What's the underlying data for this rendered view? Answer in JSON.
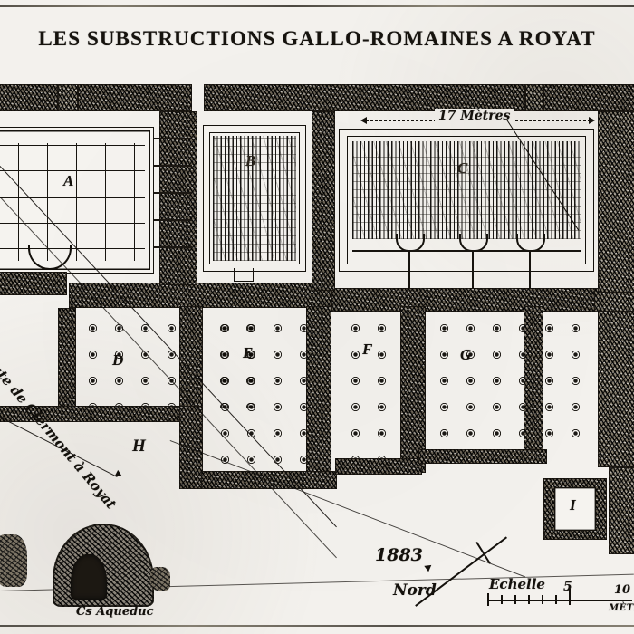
{
  "document": {
    "title": "LES SUBSTRUCTIONS GALLO-ROMAINES A ROYAT",
    "date": "1883",
    "type": "archaeological-site-plan"
  },
  "annotations": {
    "dimension_17m": "17 Mètres",
    "road_label": "Route de Clermont à Royat",
    "north_label": "Nord",
    "scale_label": "Echelle",
    "scale_mid_tick": "5",
    "scale_end_tick": "10",
    "scale_unit": "MÈTRES",
    "aqueduct_label": "Cs Aqueduc"
  },
  "rooms": [
    {
      "id": "A",
      "label": "A",
      "kind": "compartmented-chamber"
    },
    {
      "id": "B",
      "label": "B",
      "kind": "hatched-basin"
    },
    {
      "id": "C",
      "label": "C",
      "kind": "large-hatched-hall-with-apses"
    },
    {
      "id": "D",
      "label": "D",
      "kind": "hypocaust"
    },
    {
      "id": "E",
      "label": "E",
      "kind": "hypocaust"
    },
    {
      "id": "F",
      "label": "F",
      "kind": "hypocaust"
    },
    {
      "id": "G",
      "label": "G",
      "kind": "hypocaust"
    },
    {
      "id": "H",
      "label": "H",
      "kind": "open-court"
    },
    {
      "id": "I",
      "label": "I",
      "kind": "small-walled-chamber"
    }
  ],
  "colors": {
    "paper": "#f3f1ed",
    "ink": "#14110c",
    "masonry": "#6a6254"
  }
}
